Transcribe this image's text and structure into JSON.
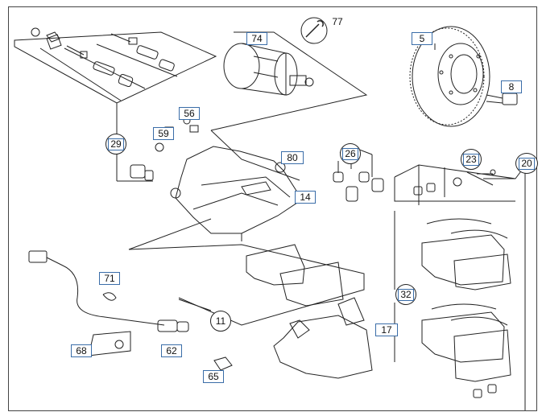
{
  "callouts": {
    "c5": "5",
    "c8": "8",
    "c11": "11",
    "c14": "14",
    "c17": "17",
    "c20": "20",
    "c23": "23",
    "c26": "26",
    "c29": "29",
    "c32": "32",
    "c56": "56",
    "c59": "59",
    "c62": "62",
    "c65": "65",
    "c68": "68",
    "c71": "71",
    "c74": "74",
    "c77": "77",
    "c80": "80"
  },
  "colors": {
    "line": "#222222",
    "callout_border": "#3a6da8"
  }
}
